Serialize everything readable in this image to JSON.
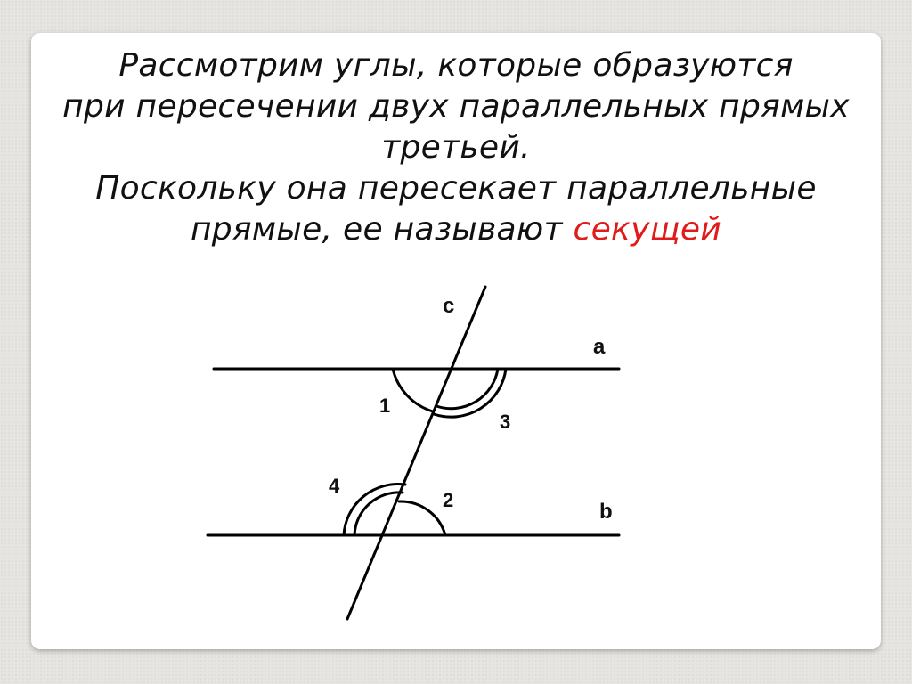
{
  "slide": {
    "line1": "Рассмотрим углы, которые образуются",
    "line2": "при пересечении двух параллельных прямых",
    "line3": "третьей.",
    "line4": "Поскольку она пересекает параллельные",
    "line5_prefix": "прямые, ее называют ",
    "line5_highlight": "секущей"
  },
  "diagram": {
    "labels": {
      "transversal": "c",
      "line_top": "a",
      "line_bottom": "b",
      "angle_1": "1",
      "angle_2": "2",
      "angle_3": "3",
      "angle_4": "4"
    },
    "colors": {
      "lines": "#000000",
      "highlight": "#e01b1b"
    }
  }
}
